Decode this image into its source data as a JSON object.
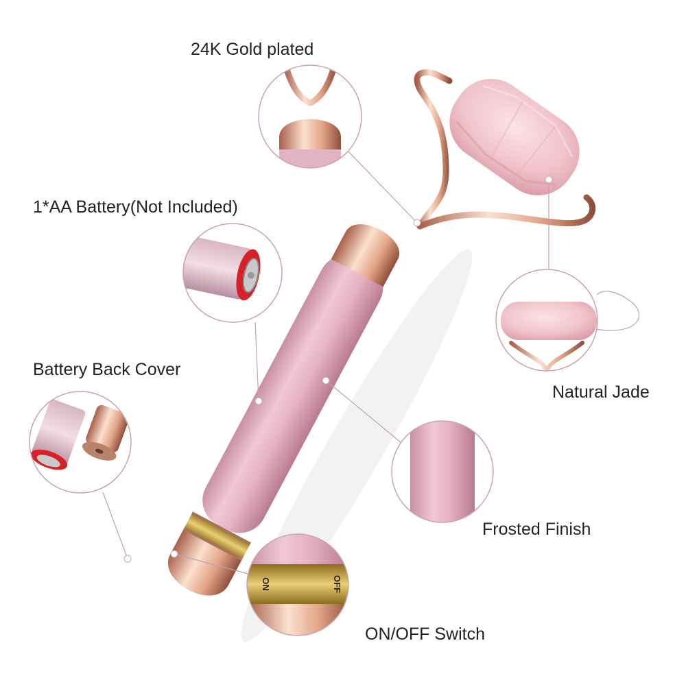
{
  "labels": {
    "gold_plated": "24K Gold plated",
    "battery": "1*AA Battery(Not Included)",
    "battery_cover": "Battery Back Cover",
    "natural_jade": "Natural Jade",
    "frosted_finish": "Frosted Finish",
    "on_off_switch": "ON/OFF Switch"
  },
  "switch_marks": {
    "on": "ON",
    "off": "OFF"
  },
  "colors": {
    "rose_gold": "#e8a98c",
    "pink_handle": "#e3b2c3",
    "jade": "#f2c4cc",
    "battery_red": "#d8202a",
    "callout_circle": "#c9a3ab",
    "label_text": "#222222"
  }
}
